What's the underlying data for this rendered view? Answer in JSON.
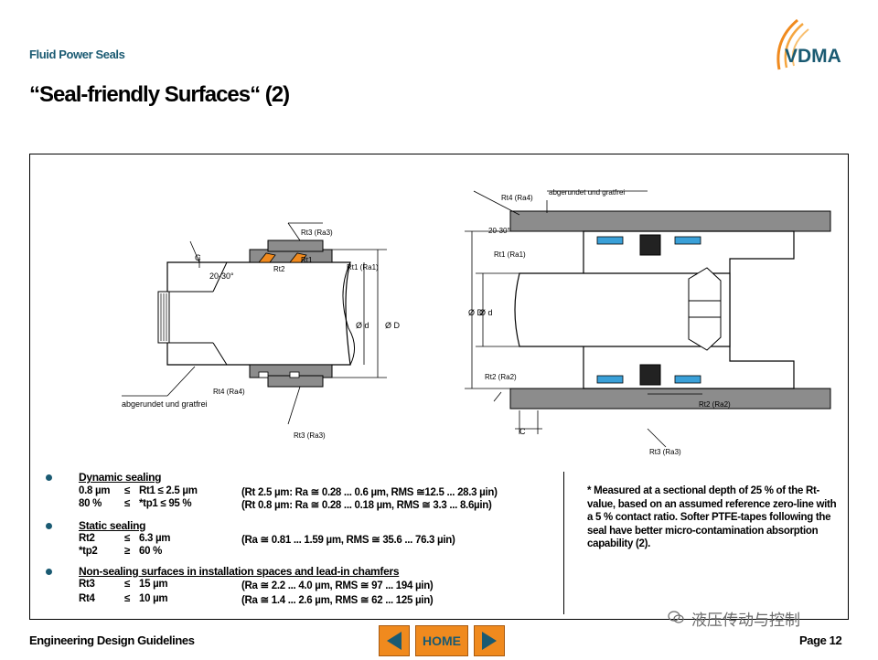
{
  "header": {
    "section": "Fluid Power Seals",
    "title": "“Seal-friendly Surfaces“ (2)",
    "logo_text": "VDMA"
  },
  "drawing_left": {
    "labels": {
      "c": "C",
      "angle": "20-30°",
      "rt3_ra3_top": "Rt3 (Ra3)",
      "rt1_ra1": "Rt1 (Ra1)",
      "rt1_inner": "Rt1",
      "rt2_inner": "Rt2",
      "rt4_ra4": "Rt4 (Ra4)",
      "rt3_ra3_bottom": "Rt3 (Ra3)",
      "od_small": "Ø d",
      "od_large": "Ø D",
      "edge_note": "abgerundet und gratfrei"
    }
  },
  "drawing_right": {
    "labels": {
      "edge_note": "abgerundet und gratfrei",
      "rt4_ra4": "Rt4 (Ra4)",
      "angle": "20-30°",
      "rt1_ra1": "Rt1 (Ra1)",
      "od_large": "Ø D",
      "od_small": "Ø d",
      "rt2_ra2_left": "Rt2 (Ra2)",
      "rt2_ra2_right": "Rt2 (Ra2)",
      "c": "C",
      "rt3_ra3": "Rt3 (Ra3)"
    }
  },
  "specs": {
    "dynamic": {
      "heading": "Dynamic sealing",
      "rows": [
        {
          "c1": "0.8 µm",
          "c2": "≤",
          "c3": "Rt1  ≤  2.5 µm",
          "c4": "(Rt 2.5 µm:    Ra ≅ 0.28 ... 0.6 µm, RMS ≅12.5 ... 28.3 µin)"
        },
        {
          "c1": "80 %",
          "c2": "≤",
          "c3": "*tp1  ≤  95 %",
          "c4": "(Rt 0.8 µm:    Ra ≅ 0.28 ... 0.18 µm, RMS ≅ 3.3 ... 8.6µin)"
        }
      ]
    },
    "static": {
      "heading": "Static sealing",
      "rows": [
        {
          "c1": "Rt2",
          "c2": "≤",
          "c3": "6.3 µm",
          "c4": "(Ra ≅ 0.81 ... 1.59 µm, RMS ≅ 35.6 ... 76.3 µin)"
        },
        {
          "c1": "*tp2",
          "c2": "≥",
          "c3": "60 %",
          "c4": ""
        }
      ]
    },
    "nonsealing": {
      "heading": "Non-sealing surfaces in installation spaces and lead-in chamfers",
      "rows": [
        {
          "c1": "Rt3",
          "c2": "≤",
          "c3": "15 µm",
          "c4": "(Ra ≅ 2.2 ... 4.0 µm, RMS ≅ 97 ... 194 µin)"
        },
        {
          "c1": "Rt4",
          "c2": "≤",
          "c3": "10 µm",
          "c4": "(Ra ≅ 1.4 ... 2.6 µm, RMS ≅ 62 ... 125 µin)"
        }
      ]
    }
  },
  "note": "* Measured at a sectional depth of 25 % of the Rt-value, based on an assumed reference zero-line with a 5 % contact ratio. Softer PTFE-tapes following the seal have better micro-contamination absorption capability (2).",
  "footer": {
    "left": "Engineering Design Guidelines",
    "home": "HOME",
    "page": "Page 12",
    "watermark": "液压传动与控制"
  },
  "colors": {
    "accent": "#1a5a72",
    "nav_orange": "#f08a1e",
    "seal_orange": "#f08a1e",
    "seal_blue": "#3aa0d8",
    "housing_grey": "#8c8c8c"
  },
  "icons": {
    "prev": "triangle-left-icon",
    "next": "triangle-right-icon",
    "wechat": "wechat-icon"
  }
}
